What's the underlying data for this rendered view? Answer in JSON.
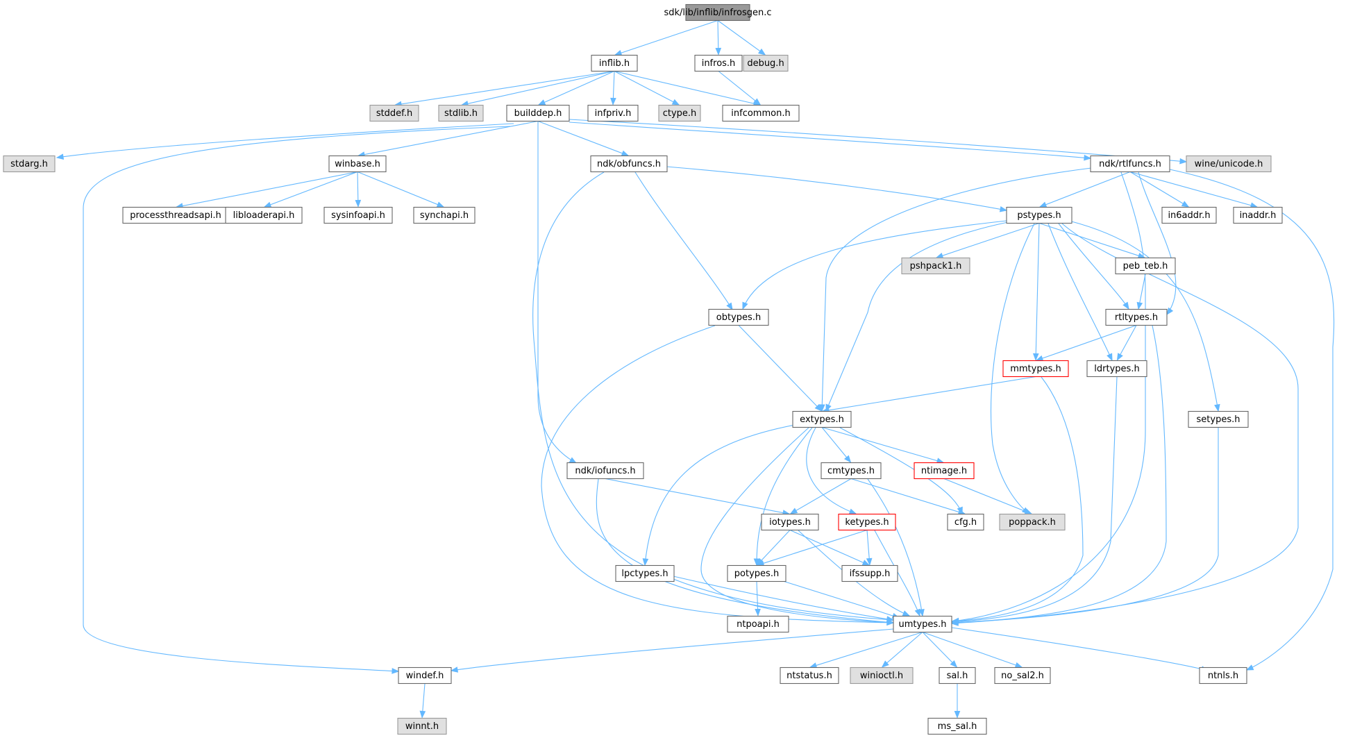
{
  "graph": {
    "colors": {
      "edge": "#63b8ff",
      "root_fill": "#999999",
      "root_border": "#666666",
      "normal_fill": "#ffffff",
      "normal_border": "#666666",
      "external_fill": "#e0e0e0",
      "external_border": "#999999",
      "truncated_border": "#ff0000"
    },
    "nodes": [
      {
        "id": "infrosgen",
        "label": "sdk/lib/inflib/infrosgen.c",
        "kind": "root"
      },
      {
        "id": "inflib",
        "label": "inflib.h",
        "kind": "normal"
      },
      {
        "id": "infros",
        "label": "infros.h",
        "kind": "normal"
      },
      {
        "id": "debug",
        "label": "debug.h",
        "kind": "external"
      },
      {
        "id": "stddef",
        "label": "stddef.h",
        "kind": "external"
      },
      {
        "id": "stdlib",
        "label": "stdlib.h",
        "kind": "external"
      },
      {
        "id": "builddep",
        "label": "builddep.h",
        "kind": "normal"
      },
      {
        "id": "infpriv",
        "label": "infpriv.h",
        "kind": "normal"
      },
      {
        "id": "ctype",
        "label": "ctype.h",
        "kind": "external"
      },
      {
        "id": "infcommon",
        "label": "infcommon.h",
        "kind": "normal"
      },
      {
        "id": "stdarg",
        "label": "stdarg.h",
        "kind": "external"
      },
      {
        "id": "winbase",
        "label": "winbase.h",
        "kind": "normal"
      },
      {
        "id": "obfuncs",
        "label": "ndk/obfuncs.h",
        "kind": "normal"
      },
      {
        "id": "rtlfuncs",
        "label": "ndk/rtlfuncs.h",
        "kind": "normal"
      },
      {
        "id": "wineunicode",
        "label": "wine/unicode.h",
        "kind": "external"
      },
      {
        "id": "processthreadsapi",
        "label": "processthreadsapi.h",
        "kind": "normal"
      },
      {
        "id": "libloaderapi",
        "label": "libloaderapi.h",
        "kind": "normal"
      },
      {
        "id": "sysinfoapi",
        "label": "sysinfoapi.h",
        "kind": "normal"
      },
      {
        "id": "synchapi",
        "label": "synchapi.h",
        "kind": "normal"
      },
      {
        "id": "pstypes",
        "label": "pstypes.h",
        "kind": "normal"
      },
      {
        "id": "in6addr",
        "label": "in6addr.h",
        "kind": "normal"
      },
      {
        "id": "inaddr",
        "label": "inaddr.h",
        "kind": "normal"
      },
      {
        "id": "pshpack1",
        "label": "pshpack1.h",
        "kind": "external"
      },
      {
        "id": "pebteb",
        "label": "peb_teb.h",
        "kind": "normal"
      },
      {
        "id": "obtypes",
        "label": "obtypes.h",
        "kind": "normal"
      },
      {
        "id": "rtltypes",
        "label": "rtltypes.h",
        "kind": "normal"
      },
      {
        "id": "mmtypes",
        "label": "mmtypes.h",
        "kind": "truncated"
      },
      {
        "id": "ldrtypes",
        "label": "ldrtypes.h",
        "kind": "normal"
      },
      {
        "id": "extypes",
        "label": "extypes.h",
        "kind": "normal"
      },
      {
        "id": "setypes",
        "label": "setypes.h",
        "kind": "normal"
      },
      {
        "id": "iofuncs",
        "label": "ndk/iofuncs.h",
        "kind": "normal"
      },
      {
        "id": "cmtypes",
        "label": "cmtypes.h",
        "kind": "normal"
      },
      {
        "id": "ntimage",
        "label": "ntimage.h",
        "kind": "truncated"
      },
      {
        "id": "iotypes",
        "label": "iotypes.h",
        "kind": "normal"
      },
      {
        "id": "ketypes",
        "label": "ketypes.h",
        "kind": "truncated"
      },
      {
        "id": "cfg",
        "label": "cfg.h",
        "kind": "normal"
      },
      {
        "id": "poppack",
        "label": "poppack.h",
        "kind": "external"
      },
      {
        "id": "lpctypes",
        "label": "lpctypes.h",
        "kind": "normal"
      },
      {
        "id": "potypes",
        "label": "potypes.h",
        "kind": "normal"
      },
      {
        "id": "ifssupp",
        "label": "ifssupp.h",
        "kind": "normal"
      },
      {
        "id": "ntpoapi",
        "label": "ntpoapi.h",
        "kind": "normal"
      },
      {
        "id": "umtypes",
        "label": "umtypes.h",
        "kind": "normal"
      },
      {
        "id": "windef",
        "label": "windef.h",
        "kind": "normal"
      },
      {
        "id": "ntstatus",
        "label": "ntstatus.h",
        "kind": "normal"
      },
      {
        "id": "winioctl",
        "label": "winioctl.h",
        "kind": "external"
      },
      {
        "id": "sal",
        "label": "sal.h",
        "kind": "normal"
      },
      {
        "id": "nosal2",
        "label": "no_sal2.h",
        "kind": "normal"
      },
      {
        "id": "ntnls",
        "label": "ntnls.h",
        "kind": "normal"
      },
      {
        "id": "winnt",
        "label": "winnt.h",
        "kind": "external"
      },
      {
        "id": "mssal",
        "label": "ms_sal.h",
        "kind": "normal"
      }
    ],
    "edges": [
      [
        "infrosgen",
        "inflib"
      ],
      [
        "infrosgen",
        "infros"
      ],
      [
        "infrosgen",
        "debug"
      ],
      [
        "inflib",
        "stddef"
      ],
      [
        "inflib",
        "stdlib"
      ],
      [
        "inflib",
        "builddep"
      ],
      [
        "inflib",
        "infpriv"
      ],
      [
        "inflib",
        "ctype"
      ],
      [
        "inflib",
        "infcommon"
      ],
      [
        "infros",
        "infcommon"
      ],
      [
        "builddep",
        "stdarg"
      ],
      [
        "builddep",
        "winbase"
      ],
      [
        "builddep",
        "obfuncs"
      ],
      [
        "builddep",
        "rtlfuncs"
      ],
      [
        "builddep",
        "wineunicode"
      ],
      [
        "builddep",
        "iofuncs"
      ],
      [
        "builddep",
        "windef"
      ],
      [
        "winbase",
        "processthreadsapi"
      ],
      [
        "winbase",
        "libloaderapi"
      ],
      [
        "winbase",
        "sysinfoapi"
      ],
      [
        "winbase",
        "synchapi"
      ],
      [
        "obfuncs",
        "pstypes"
      ],
      [
        "obfuncs",
        "obtypes"
      ],
      [
        "obfuncs",
        "umtypes"
      ],
      [
        "rtlfuncs",
        "pstypes"
      ],
      [
        "rtlfuncs",
        "in6addr"
      ],
      [
        "rtlfuncs",
        "inaddr"
      ],
      [
        "rtlfuncs",
        "extypes"
      ],
      [
        "rtlfuncs",
        "rtltypes"
      ],
      [
        "rtlfuncs",
        "umtypes"
      ],
      [
        "rtlfuncs",
        "ntnls"
      ],
      [
        "pstypes",
        "pshpack1"
      ],
      [
        "pstypes",
        "pebteb"
      ],
      [
        "pstypes",
        "obtypes"
      ],
      [
        "pstypes",
        "rtltypes"
      ],
      [
        "pstypes",
        "mmtypes"
      ],
      [
        "pstypes",
        "ldrtypes"
      ],
      [
        "pstypes",
        "extypes"
      ],
      [
        "pstypes",
        "setypes"
      ],
      [
        "pstypes",
        "poppack"
      ],
      [
        "pstypes",
        "umtypes"
      ],
      [
        "pebteb",
        "rtltypes"
      ],
      [
        "obtypes",
        "extypes"
      ],
      [
        "obtypes",
        "umtypes"
      ],
      [
        "rtltypes",
        "mmtypes"
      ],
      [
        "rtltypes",
        "ldrtypes"
      ],
      [
        "rtltypes",
        "umtypes"
      ],
      [
        "mmtypes",
        "extypes"
      ],
      [
        "mmtypes",
        "umtypes"
      ],
      [
        "ldrtypes",
        "umtypes"
      ],
      [
        "setypes",
        "umtypes"
      ],
      [
        "extypes",
        "cmtypes"
      ],
      [
        "extypes",
        "ntimage"
      ],
      [
        "extypes",
        "ketypes"
      ],
      [
        "extypes",
        "cfg"
      ],
      [
        "extypes",
        "lpctypes"
      ],
      [
        "extypes",
        "potypes"
      ],
      [
        "extypes",
        "umtypes"
      ],
      [
        "iofuncs",
        "iotypes"
      ],
      [
        "iofuncs",
        "umtypes"
      ],
      [
        "cmtypes",
        "iotypes"
      ],
      [
        "cmtypes",
        "cfg"
      ],
      [
        "cmtypes",
        "umtypes"
      ],
      [
        "ntimage",
        "poppack"
      ],
      [
        "iotypes",
        "potypes"
      ],
      [
        "iotypes",
        "ifssupp"
      ],
      [
        "iotypes",
        "umtypes"
      ],
      [
        "ketypes",
        "potypes"
      ],
      [
        "ketypes",
        "ifssupp"
      ],
      [
        "ketypes",
        "umtypes"
      ],
      [
        "lpctypes",
        "umtypes"
      ],
      [
        "potypes",
        "ntpoapi"
      ],
      [
        "potypes",
        "umtypes"
      ],
      [
        "umtypes",
        "windef"
      ],
      [
        "umtypes",
        "ntstatus"
      ],
      [
        "umtypes",
        "winioctl"
      ],
      [
        "umtypes",
        "sal"
      ],
      [
        "umtypes",
        "nosal2"
      ],
      [
        "umtypes",
        "ntnls"
      ],
      [
        "windef",
        "winnt"
      ],
      [
        "sal",
        "mssal"
      ]
    ]
  }
}
